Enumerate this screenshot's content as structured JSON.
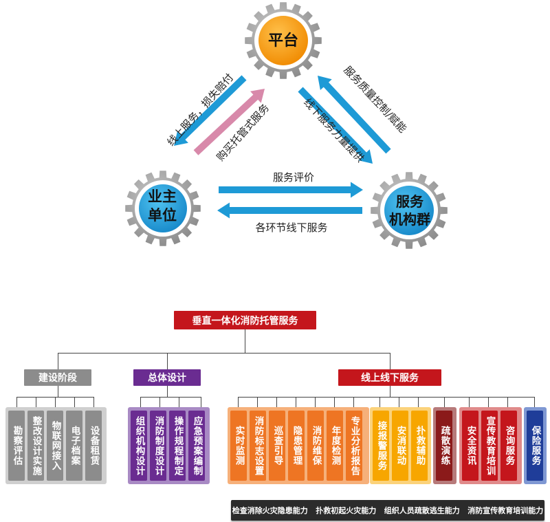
{
  "triangle": {
    "nodes": {
      "platform": "平台",
      "owner": [
        "业主",
        "单位"
      ],
      "agencies": [
        "服务",
        "机构群"
      ]
    },
    "labels": {
      "left_outer": "线上服务，损失赔付",
      "left_inner": "购买托管式服务",
      "right_outer": "服务质量控制/赋能",
      "right_inner": "线下服务力量提供",
      "bottom_top": "服务评价",
      "bottom_bottom": "各环节线下服务"
    },
    "colors": {
      "blue": "#1e9ad6",
      "pink": "#d889aa",
      "orange": "#f39200",
      "gear": "#9a9a9a"
    }
  },
  "tree": {
    "root": "垂直一体化消防托管服务",
    "branches": {
      "build": "建设阶段",
      "design": "总体设计",
      "service": "线上线下服务"
    },
    "build_items": [
      "勘察评估",
      "整改设计实施",
      "物联网接入",
      "电子档案",
      "设备租赁"
    ],
    "design_items": [
      "组织机构设计",
      "消防制度设计",
      "操作规程制定",
      "应急预案编制"
    ],
    "orange_items": [
      "实时监测",
      "消防标志设置",
      "巡查引导",
      "隐患管理",
      "消防维保",
      "年度检测",
      "专业分析报告"
    ],
    "yellow_items": [
      "接报警服务",
      "安消联动",
      "扑救辅助"
    ],
    "darkred_items": [
      "疏散演练"
    ],
    "red_items": [
      "安全资讯",
      "宣传教育培训",
      "咨询服务"
    ],
    "blue_items": [
      "保险服务"
    ],
    "footer": [
      "检查消除火灾隐患能力",
      "扑救初起火灾能力",
      "组织人员疏散逃生能力",
      "消防宣传教育培训能力"
    ],
    "colors": {
      "root": "#c4161c",
      "gray": "#8c8c8c",
      "purple": "#6a2c91",
      "orange": "#ee7523",
      "yellow": "#f7a600",
      "darkred": "#8b1a1a",
      "red": "#c4161c",
      "navy": "#1f3d99"
    }
  }
}
